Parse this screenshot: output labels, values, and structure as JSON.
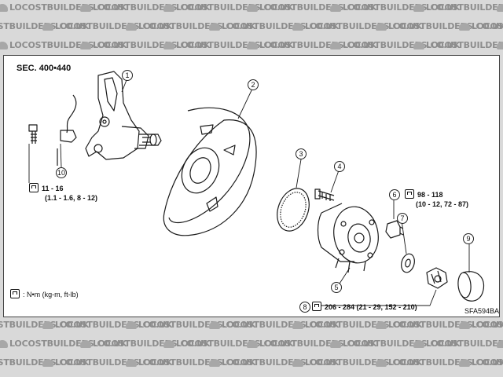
{
  "watermark": {
    "text": "LOCOSTBUILDERS.CO.UK"
  },
  "diagram": {
    "section_label": "SEC. 400•440",
    "torque_a": {
      "line1": "11 - 16",
      "line2": "(1.1 - 1.6, 8 - 12)"
    },
    "torque_b": {
      "line1": "98 - 118",
      "line2": "(10 - 12, 72 - 87)"
    },
    "torque_c": {
      "text": "206 - 284 (21 - 29, 152 - 210)"
    },
    "legend": ": N•m (kg-m, ft-lb)",
    "figure_code": "SFA594BA",
    "callouts": [
      "1",
      "2",
      "3",
      "4",
      "5",
      "6",
      "7",
      "8",
      "9",
      "10"
    ]
  }
}
